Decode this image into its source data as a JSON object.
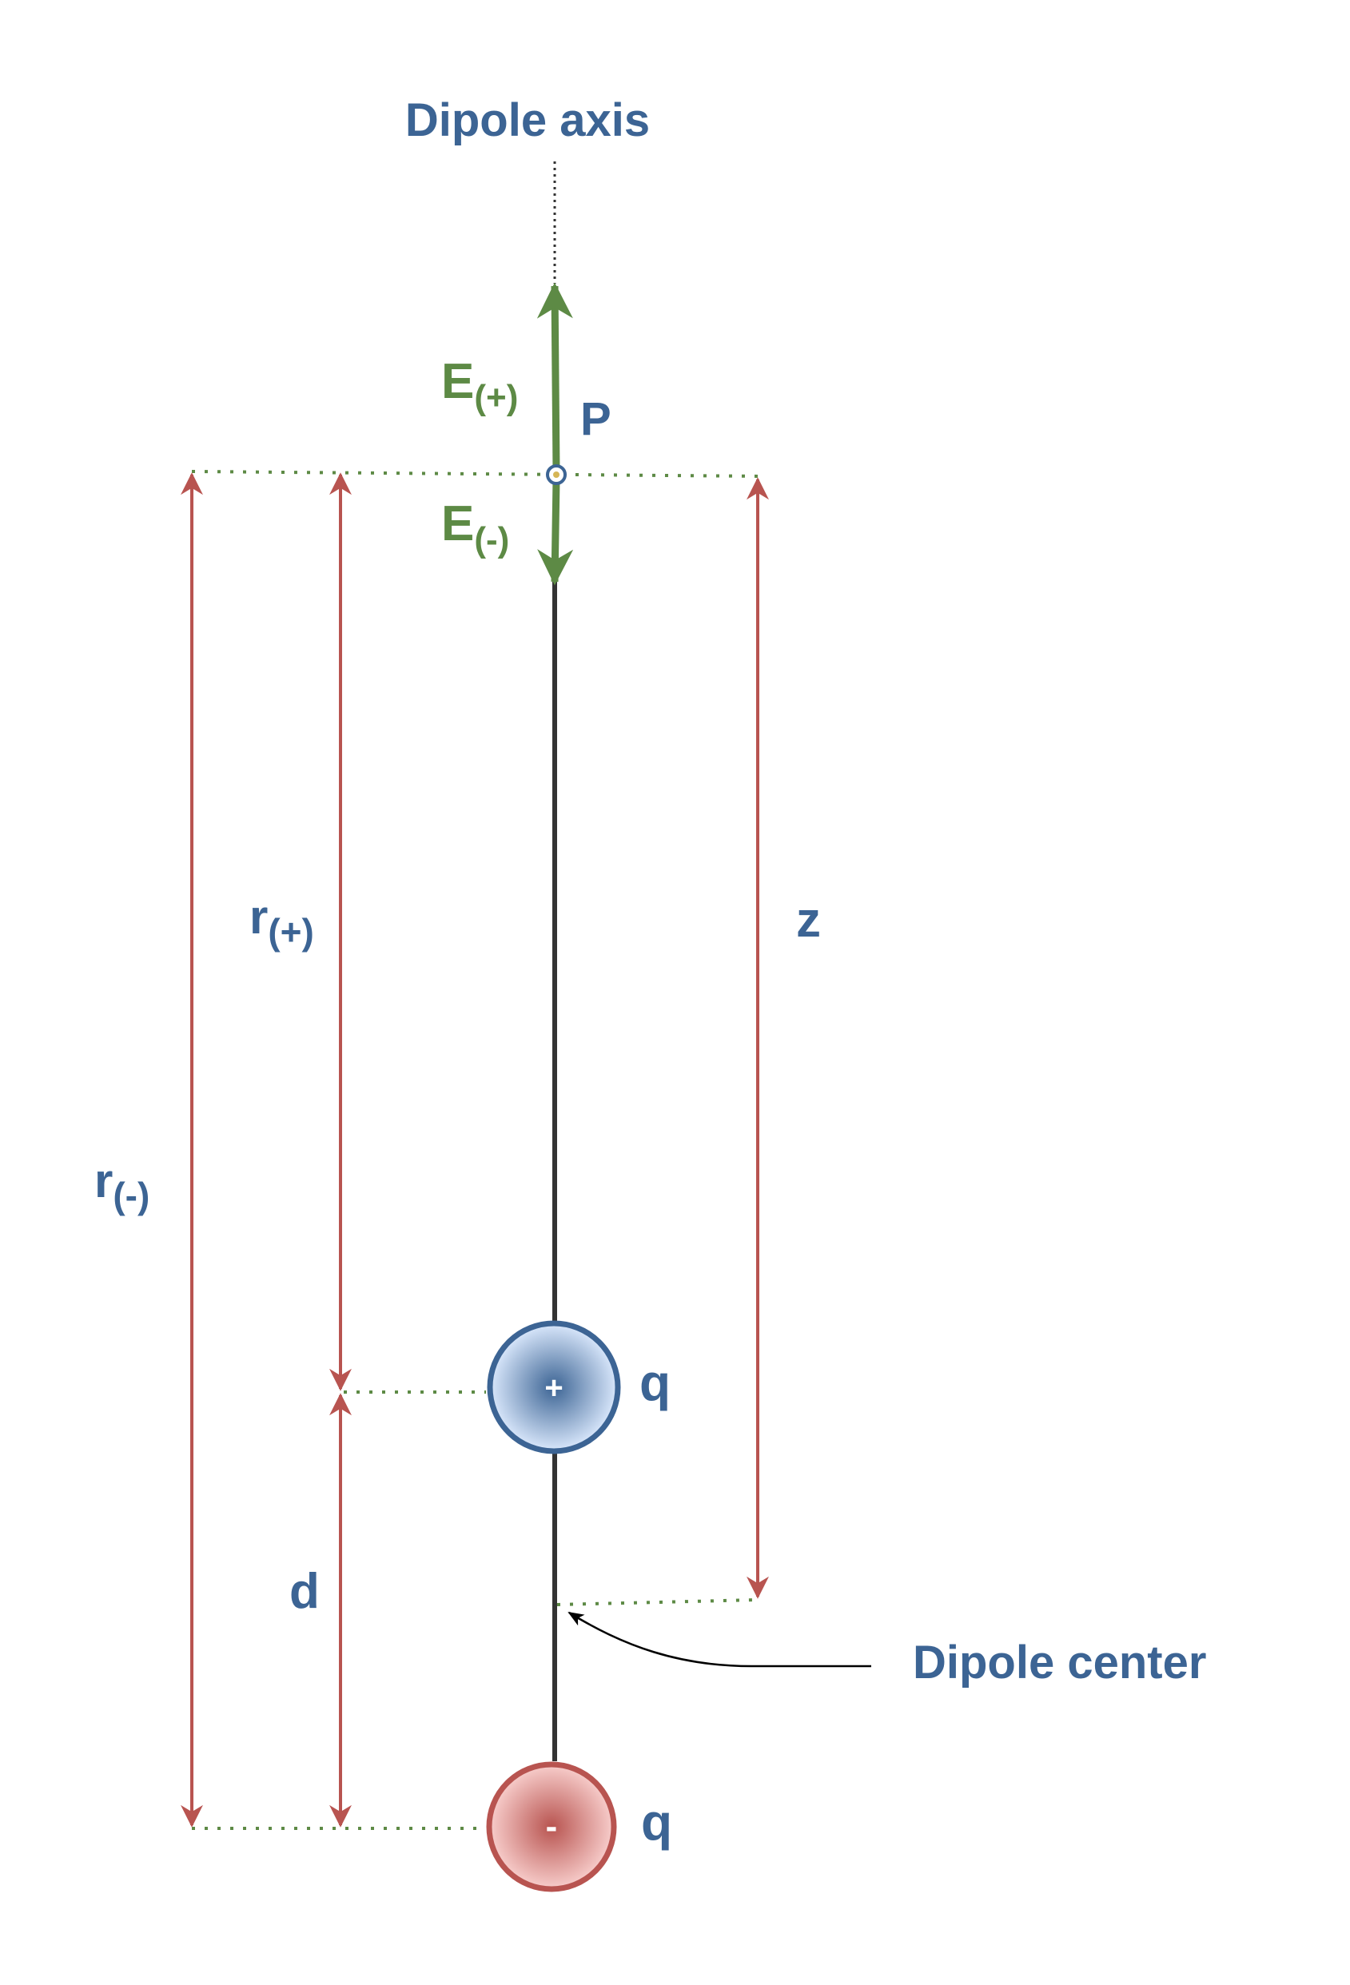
{
  "labels": {
    "axis_title": "Dipole axis",
    "field_positive_main": "E",
    "field_positive_sub": "(+)",
    "field_negative_main": "E",
    "field_negative_sub": "(-)",
    "point": "P",
    "r_plus_main": "r",
    "r_plus_sub": "(+)",
    "r_minus_main": "r",
    "r_minus_sub": "(-)",
    "z": "z",
    "d": "d",
    "center": "Dipole center",
    "charge_top": "q",
    "charge_bottom": "q",
    "plus_sign": "+",
    "minus_sign": "-"
  },
  "colors": {
    "blue_text": "#3c6494",
    "green_field": "#5d8a45",
    "red_dimension": "#b85450",
    "axis_line": "#333333",
    "dotted_guide": "#5d8a45"
  },
  "icons": {
    "positive_charge": "positive-charge-icon",
    "negative_charge": "negative-charge-icon",
    "point": "point-marker-icon"
  }
}
